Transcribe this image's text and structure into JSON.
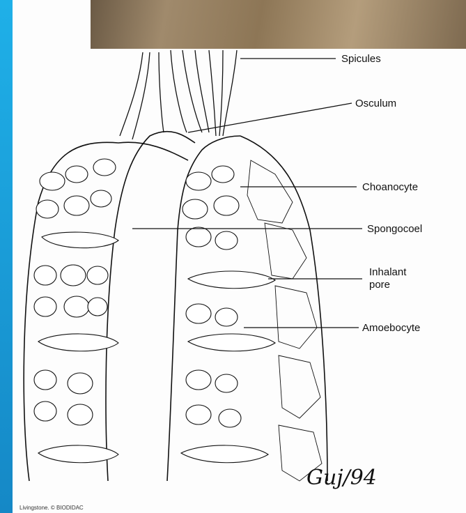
{
  "labels": {
    "spicules": "Spicules",
    "osculum": "Osculum",
    "choanocyte": "Choanocyte",
    "spongocoel": "Spongocoel",
    "inhalant_pore": "Inhalant\npore",
    "amoebocyte": "Amoebocyte"
  },
  "credit": "Livingstone. © BIODIDAC",
  "signature": "Guj/94"
}
